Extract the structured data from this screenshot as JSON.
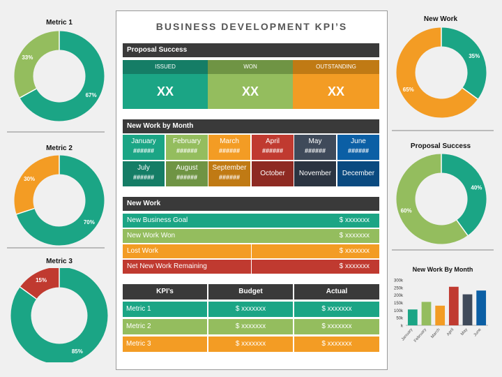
{
  "header": {
    "title": "BUSINESS DEVELOPMENT KPI’S"
  },
  "colors": {
    "teal": "#1ba585",
    "green": "#94bd5e",
    "orange": "#f39c24",
    "red": "#c03a30",
    "dark": "#3a3a3a",
    "grey": "#3f4a5a",
    "blue": "#0b5fa5"
  },
  "left_donuts": [
    {
      "title": "Metric 1",
      "slices": [
        {
          "label": "67%",
          "value": 67,
          "color": "#1ba585"
        },
        {
          "label": "33%",
          "value": 33,
          "color": "#94bd5e"
        }
      ]
    },
    {
      "title": "Metric 2",
      "slices": [
        {
          "label": "70%",
          "value": 70,
          "color": "#1ba585"
        },
        {
          "label": "30%",
          "value": 30,
          "color": "#f39c24"
        }
      ]
    },
    {
      "title": "Metric 3",
      "slices": [
        {
          "label": "85%",
          "value": 85,
          "color": "#1ba585"
        },
        {
          "label": "15%",
          "value": 15,
          "color": "#c03a30"
        }
      ]
    }
  ],
  "right_donuts": [
    {
      "title": "New Work",
      "slices": [
        {
          "label": "35%",
          "value": 35,
          "color": "#1ba585"
        },
        {
          "label": "65%",
          "value": 65,
          "color": "#f39c24"
        }
      ]
    },
    {
      "title": "Proposal Success",
      "slices": [
        {
          "label": "40%",
          "value": 40,
          "color": "#1ba585"
        },
        {
          "label": "60%",
          "value": 60,
          "color": "#94bd5e"
        }
      ]
    }
  ],
  "proposal_success": {
    "title": "Proposal Success",
    "columns": [
      {
        "label": "ISSUED",
        "value": "XX"
      },
      {
        "label": "WON",
        "value": "XX"
      },
      {
        "label": "OUTSTANDING",
        "value": "XX"
      }
    ]
  },
  "new_work_by_month": {
    "title": "New Work by Month",
    "months": [
      {
        "name": "January",
        "value": "######"
      },
      {
        "name": "February",
        "value": "######"
      },
      {
        "name": "March",
        "value": "######"
      },
      {
        "name": "April",
        "value": "######"
      },
      {
        "name": "May",
        "value": "######"
      },
      {
        "name": "June",
        "value": "######"
      },
      {
        "name": "July",
        "value": "######"
      },
      {
        "name": "August",
        "value": "######"
      },
      {
        "name": "September",
        "value": "######"
      },
      {
        "name": "October",
        "value": ""
      },
      {
        "name": "November",
        "value": ""
      },
      {
        "name": "December",
        "value": ""
      }
    ]
  },
  "new_work": {
    "title": "New Work",
    "rows": [
      {
        "label": "New Business Goal",
        "value": "$ xxxxxxx"
      },
      {
        "label": "New Work Won",
        "value": "$ xxxxxxx"
      },
      {
        "label": "Lost Work",
        "value": "$ xxxxxxx"
      },
      {
        "label": "Net New Work Remaining",
        "value": "$ xxxxxxx"
      }
    ]
  },
  "kpi_table": {
    "headers": [
      "KPI’s",
      "Budget",
      "Actual"
    ],
    "rows": [
      {
        "kpi": "Metric 1",
        "budget": "$ xxxxxxx",
        "actual": "$ xxxxxxx"
      },
      {
        "kpi": "Metric 2",
        "budget": "$ xxxxxxx",
        "actual": "$ xxxxxxx"
      },
      {
        "kpi": "Metric 3",
        "budget": "$ xxxxxxx",
        "actual": "$ xxxxxxx"
      }
    ]
  },
  "chart_data": {
    "type": "bar",
    "title": "New Work By Month",
    "categories": [
      "January",
      "February",
      "March",
      "April",
      "May",
      "June"
    ],
    "values": [
      105000,
      155000,
      130000,
      255000,
      205000,
      230000
    ],
    "colors": [
      "#1ba585",
      "#94bd5e",
      "#f39c24",
      "#c03a30",
      "#3f4a5a",
      "#0b5fa5"
    ],
    "ylim": [
      0,
      300000
    ],
    "yticks": [
      "k",
      "50k",
      "100k",
      "150k",
      "200k",
      "250k",
      "300k"
    ],
    "grid": false,
    "legend": "none"
  }
}
